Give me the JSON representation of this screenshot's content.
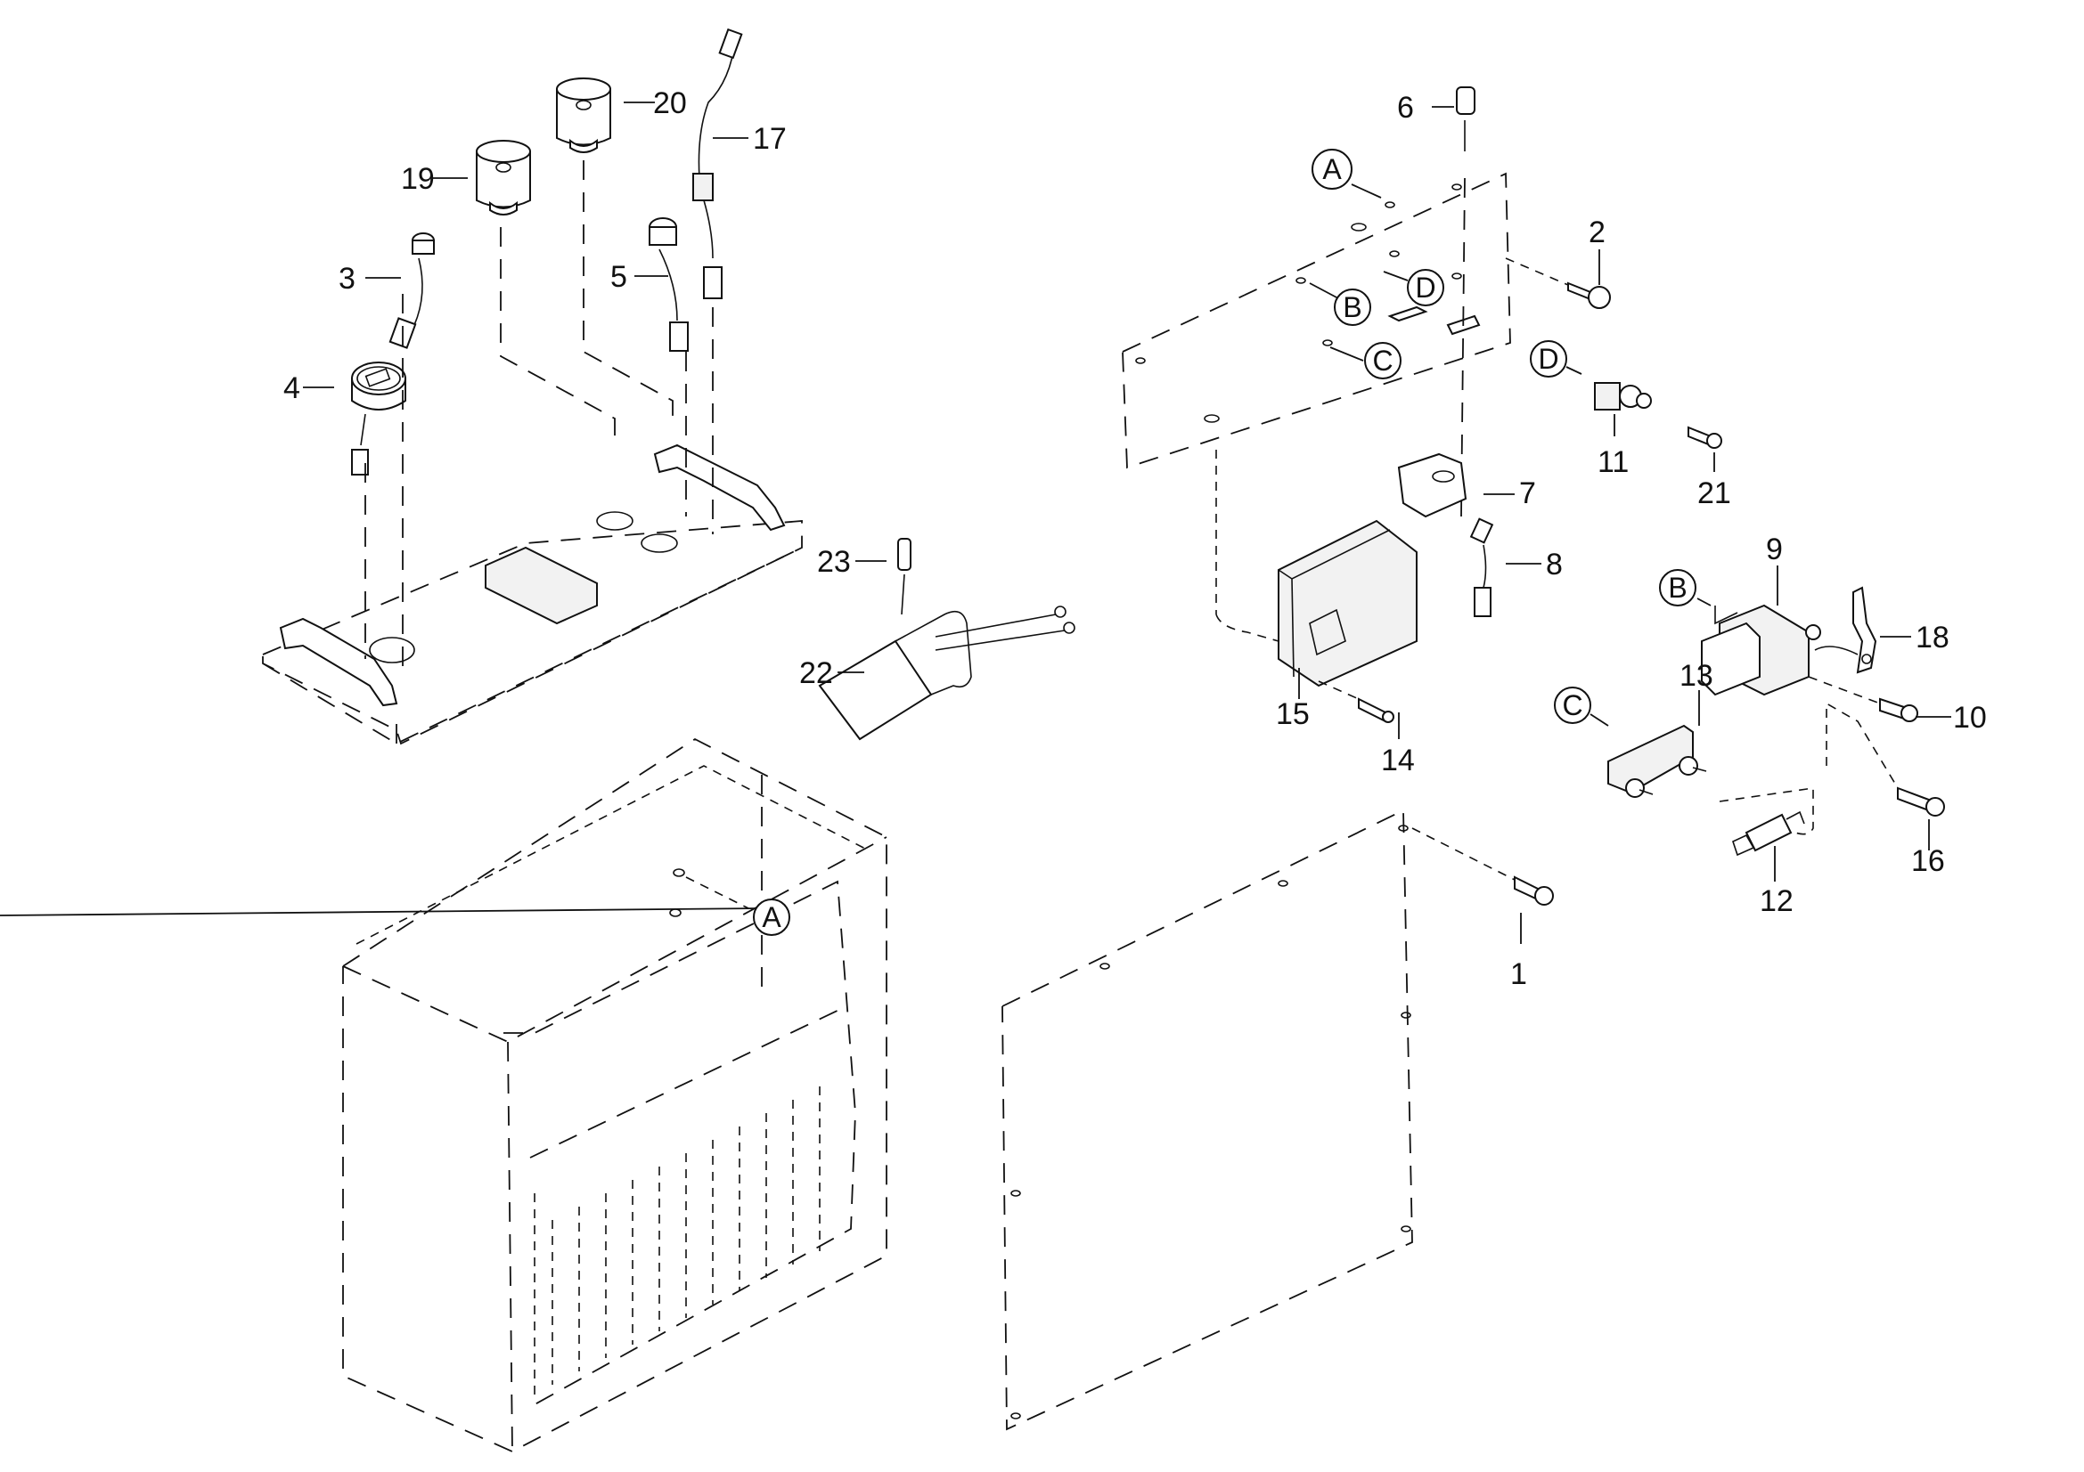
{
  "diagram": {
    "type": "exploded-parts-view",
    "part_callouts": [
      "1",
      "2",
      "3",
      "4",
      "5",
      "6",
      "7",
      "8",
      "9",
      "10",
      "11",
      "12",
      "13",
      "14",
      "15",
      "16",
      "17",
      "18",
      "19",
      "20",
      "21",
      "22",
      "23"
    ],
    "reference_markers": {
      "A": "A",
      "B": "B",
      "C": "C",
      "D": "D"
    },
    "callouts": {
      "c1": "1",
      "c2": "2",
      "c3": "3",
      "c4": "4",
      "c5": "5",
      "c6": "6",
      "c7": "7",
      "c8": "8",
      "c9": "9",
      "c10": "10",
      "c11": "11",
      "c12": "12",
      "c13": "13",
      "c14": "14",
      "c15": "15",
      "c16": "16",
      "c17": "17",
      "c18": "18",
      "c19": "19",
      "c20": "20",
      "c21": "21",
      "c22": "22",
      "c23": "23"
    }
  }
}
